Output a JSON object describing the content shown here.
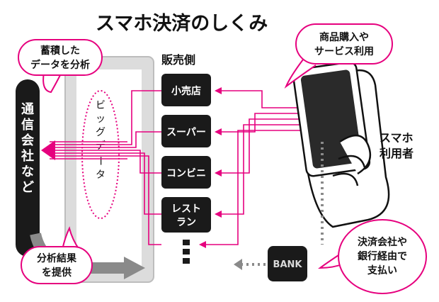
{
  "title": "スマホ決済のしくみ",
  "seller_heading": "販売側",
  "shops": [
    "小売店",
    "スーパー",
    "コンビニ",
    "レスト",
    "ラン"
  ],
  "company": [
    "通",
    "信",
    "会",
    "社",
    "な",
    "ど"
  ],
  "bigdata": [
    "ビ",
    "ッ",
    "グ",
    "デ",
    "ー",
    "タ"
  ],
  "bubbles": {
    "accumulate": [
      "蓄積した",
      "データを分析"
    ],
    "purchase": [
      "商品購入や",
      "サービス利用"
    ],
    "result": [
      "分析結果",
      "を提供"
    ],
    "payment": [
      "決済会社や",
      "銀行経由で",
      "支払い"
    ]
  },
  "user_label": [
    "スマホ",
    "利用者"
  ],
  "bank_label": "BANK",
  "colors": {
    "magenta": "#e6007e",
    "dark": "#1a1a1a",
    "panel": "#dcdcdc",
    "gray_arrow": "#8a8a8a"
  }
}
